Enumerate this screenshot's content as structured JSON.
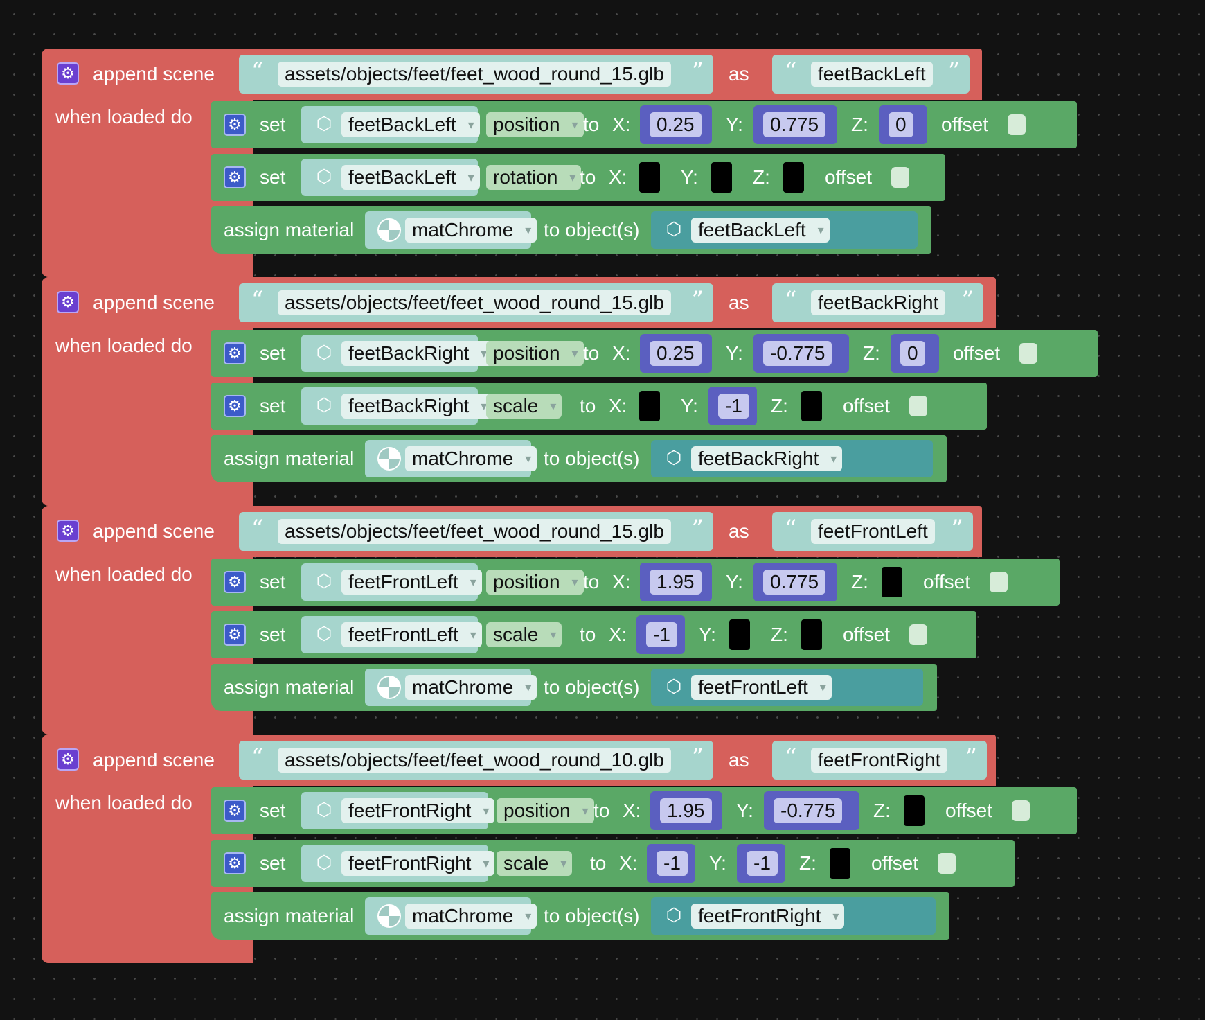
{
  "labels": {
    "append_scene": "append scene",
    "as": "as",
    "when_loaded_do": "when loaded do",
    "set": "set",
    "to": "to",
    "x": "X:",
    "y": "Y:",
    "z": "Z:",
    "offset": "offset",
    "assign_material": "assign material",
    "to_objects": "to object(s)",
    "open_quote": "“",
    "close_quote": "”"
  },
  "icons": {
    "gear": "gear-icon",
    "cube": "cube-icon",
    "material": "material-icon",
    "caret": "chevron-down-icon"
  },
  "colors": {
    "scene_block": "#d6605b",
    "object_block": "#5aa866",
    "string_slot": "#a6d5cd",
    "number_slot": "#5b5fc0",
    "background": "#121212"
  },
  "groups": [
    {
      "path": "assets/objects/feet/feet_wood_round_15.glb",
      "name": "feetBackLeft",
      "set1": {
        "object": "feetBackLeft",
        "property": "position",
        "x": "0.25",
        "y": "0.775",
        "z": "0"
      },
      "set2": {
        "object": "feetBackLeft",
        "property": "rotation",
        "x": "",
        "y": "",
        "z": ""
      },
      "material": "matChrome",
      "target": "feetBackLeft"
    },
    {
      "path": "assets/objects/feet/feet_wood_round_15.glb",
      "name": "feetBackRight",
      "set1": {
        "object": "feetBackRight",
        "property": "position",
        "x": "0.25",
        "y": "-0.775",
        "z": "0"
      },
      "set2": {
        "object": "feetBackRight",
        "property": "scale",
        "x": "",
        "y": "-1",
        "z": ""
      },
      "material": "matChrome",
      "target": "feetBackRight"
    },
    {
      "path": "assets/objects/feet/feet_wood_round_15.glb",
      "name": "feetFrontLeft",
      "set1": {
        "object": "feetFrontLeft",
        "property": "position",
        "x": "1.95",
        "y": "0.775",
        "z": ""
      },
      "set2": {
        "object": "feetFrontLeft",
        "property": "scale",
        "x": "-1",
        "y": "",
        "z": ""
      },
      "material": "matChrome",
      "target": "feetFrontLeft"
    },
    {
      "path": "assets/objects/feet/feet_wood_round_10.glb",
      "name": "feetFrontRight",
      "set1": {
        "object": "feetFrontRight",
        "property": "position",
        "x": "1.95",
        "y": "-0.775",
        "z": ""
      },
      "set2": {
        "object": "feetFrontRight",
        "property": "scale",
        "x": "-1",
        "y": "-1",
        "z": ""
      },
      "material": "matChrome",
      "target": "feetFrontRight"
    }
  ]
}
